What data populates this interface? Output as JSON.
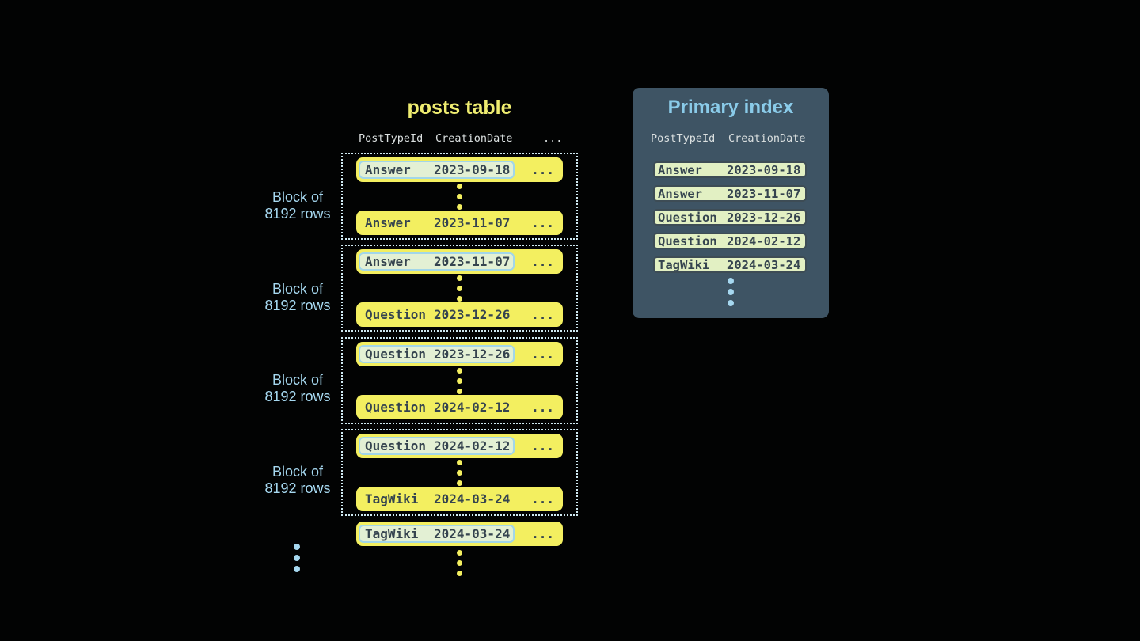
{
  "posts_table": {
    "title": "posts table",
    "header": {
      "c1": "PostTypeId",
      "c2": "CreationDate",
      "c3": "..."
    },
    "blocks": [
      {
        "label": {
          "line1": "Block of",
          "line2": "8192 rows"
        },
        "first_row": {
          "type": "Answer",
          "date": "2023-09-18",
          "more": "..."
        },
        "last_row": {
          "type": "Answer",
          "date": "2023-11-07",
          "more": "..."
        }
      },
      {
        "label": {
          "line1": "Block of",
          "line2": "8192 rows"
        },
        "first_row": {
          "type": "Answer",
          "date": "2023-11-07",
          "more": "..."
        },
        "last_row": {
          "type": "Question",
          "date": "2023-12-26",
          "more": "..."
        }
      },
      {
        "label": {
          "line1": "Block of",
          "line2": "8192 rows"
        },
        "first_row": {
          "type": "Question",
          "date": "2023-12-26",
          "more": "..."
        },
        "last_row": {
          "type": "Question",
          "date": "2024-02-12",
          "more": "..."
        }
      },
      {
        "label": {
          "line1": "Block of",
          "line2": "8192 rows"
        },
        "first_row": {
          "type": "Question",
          "date": "2024-02-12",
          "more": "..."
        },
        "last_row": {
          "type": "TagWiki",
          "date": "2024-03-24",
          "more": "..."
        }
      }
    ],
    "tail_row": {
      "type": "TagWiki",
      "date": "2024-03-24",
      "more": "..."
    }
  },
  "primary_index": {
    "title": "Primary index",
    "header": {
      "c1": "PostTypeId",
      "c2": "CreationDate"
    },
    "rows": [
      {
        "type": "Answer",
        "date": "2023-09-18"
      },
      {
        "type": "Answer",
        "date": "2023-11-07"
      },
      {
        "type": "Question",
        "date": "2023-12-26"
      },
      {
        "type": "Question",
        "date": "2024-02-12"
      },
      {
        "type": "TagWiki",
        "date": "2024-03-24"
      }
    ]
  },
  "colors": {
    "background": "#020303",
    "row_yellow": "#f3ef60",
    "title_yellow": "#eeec70",
    "text_dark": "#35444f",
    "hl_green": "#e3f0d4",
    "hl_border": "#a2d6e9",
    "dotted": "#cfe9f2",
    "label_blue": "#a6d8f0",
    "title_blue": "#8acbe9",
    "panel_bg": "#3e5464",
    "index_row": "#e2f0c3",
    "index_border": "#3d4c55",
    "dot_yellow": "#f3ef60",
    "dot_blue": "#a6d8f0"
  }
}
